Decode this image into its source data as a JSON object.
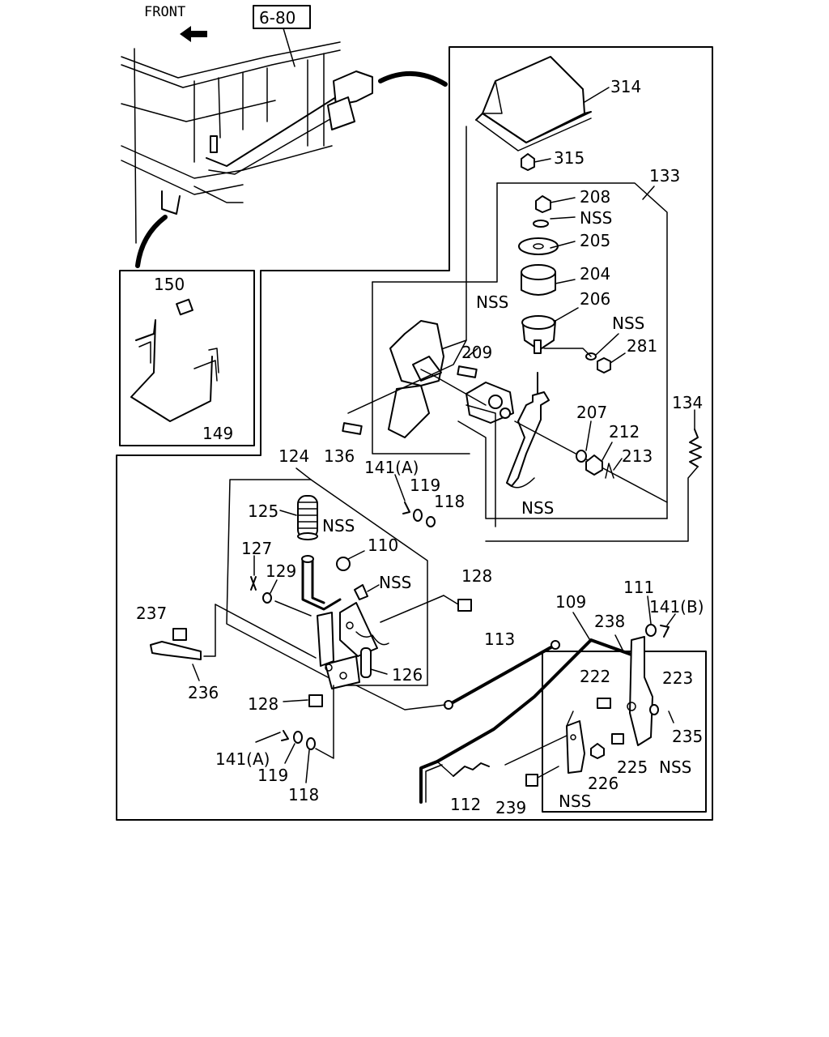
{
  "header": {
    "front_label": "FRONT",
    "ref_box": "6-80"
  },
  "callouts": {
    "c314": "314",
    "c315": "315",
    "c133": "133",
    "c208": "208",
    "nss_208": "NSS",
    "c205": "205",
    "c204": "204",
    "c206": "206",
    "nss_281": "NSS",
    "c281": "281",
    "nss_bracket": "NSS",
    "c209": "209",
    "c134": "134",
    "c207": "207",
    "c212": "212",
    "c213": "213",
    "c136": "136",
    "c141a_top": "141(A)",
    "c119_top": "119",
    "c118_top": "118",
    "nss_pedal": "NSS",
    "c150": "150",
    "c149": "149",
    "c124": "124",
    "c125": "125",
    "nss_125": "NSS",
    "c110": "110",
    "c127": "127",
    "c129": "129",
    "nss_110": "NSS",
    "c128_top": "128",
    "c237": "237",
    "c236": "236",
    "c126": "126",
    "c128_bottom": "128",
    "c141a_bottom": "141(A)",
    "c119_bottom": "119",
    "c118_bottom": "118",
    "c111": "111",
    "c109": "109",
    "c141b": "141(B)",
    "c238": "238",
    "c113": "113",
    "c222": "222",
    "c223": "223",
    "c235": "235",
    "c225": "225",
    "nss_225": "NSS",
    "c226": "226",
    "c112": "112",
    "c239": "239",
    "nss_239": "NSS"
  }
}
